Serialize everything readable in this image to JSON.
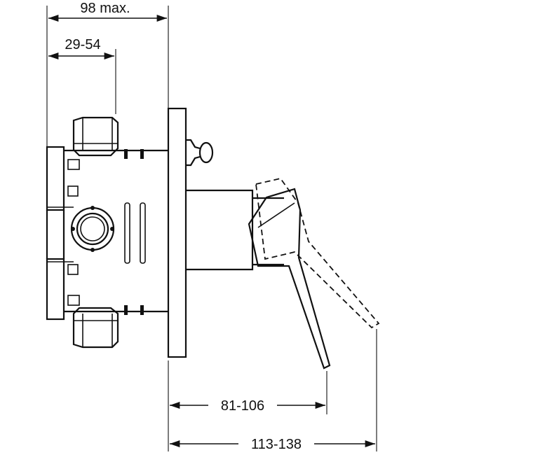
{
  "dimensions": {
    "top_overall": "98 max.",
    "top_inner": "29-54",
    "bottom_lever": "81-106",
    "bottom_overall": "113-138"
  },
  "colors": {
    "line": "#111111",
    "background": "#ffffff"
  }
}
